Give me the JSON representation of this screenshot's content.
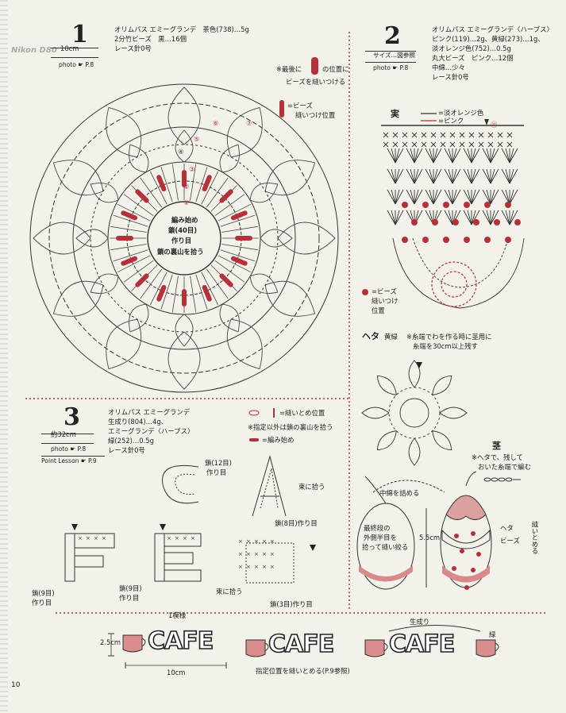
{
  "camera_watermark": "Nikon D80",
  "page_number": "10",
  "section1": {
    "number": "1",
    "size": "10cm",
    "photo": "photo ☛ P.8",
    "materials": [
      "オリムパス エミーグランデ　茶色(738)…5g",
      "2分竹ビーズ　黒…16個",
      "レース針0号"
    ],
    "note_bead_last": "※最後に",
    "note_bead_pos": "の位置に",
    "note_bead_sew": "ビーズを縫いつける",
    "legend_bead": "=ビーズ",
    "legend_bead_pos": "縫いつけ位置",
    "center_text": [
      "編み始め",
      "鎖(40目)",
      "作り目",
      "鎖の裏山を拾う"
    ],
    "round_labels": [
      "①",
      "②",
      "③",
      "④",
      "⑤",
      "⑥",
      "⑦"
    ]
  },
  "section2": {
    "number": "2",
    "size": "サイズ…図参照",
    "photo": "photo ☛ P.8",
    "materials": [
      "オリムパス エミーグランデ〈ハーブス〉",
      "ピンク(119)…2g、黄緑(273)…1g、",
      "淡オレンジ色(752)…0.5g",
      "丸大ビーズ　ピンク…12個",
      "中綿…少々",
      "レース針0号"
    ],
    "fruit_label": "実",
    "legend_orange": "=淡オレンジ色",
    "legend_pink": "=ピンク",
    "round11": "⑪",
    "bead_legend": [
      "=ビーズ",
      "縫いつけ",
      "位置"
    ],
    "heta_label": "ヘタ",
    "heta_color": "黄緑",
    "heta_note": [
      "※糸端でわを作る時に茎用に",
      "糸端を30cm以上残す"
    ],
    "stem_label": "茎",
    "stem_note": [
      "※ヘタで、残して",
      "おいた糸端で編む"
    ],
    "stuff_note": "中綿を詰める",
    "sew_note": [
      "最終段の",
      "外側半目を",
      "拾って縫い絞る"
    ],
    "height": "5.5cm",
    "heta_side": "ヘタ",
    "beads_side": "ビーズ",
    "sew_fix": "縫いとめる"
  },
  "section3": {
    "number": "3",
    "size": "約32cm",
    "photo": "photo ☛ P.8",
    "point_lesson": "Point Lesson ☛ P.9",
    "materials": [
      "オリムパス エミーグランデ",
      "生成り(804)…4g、",
      "エミーグランデ〈ハーブス〉",
      "緑(252)…0.5g",
      "レース針0号"
    ],
    "legend_sew": "=縫いとめ位置",
    "legend_back": "※指定以外は鎖の裏山を拾う",
    "legend_start": "=編み始め",
    "c_chain": [
      "鎖(12目)",
      "作り目"
    ],
    "a_pick": "束に拾う",
    "a_chain": "鎖(8目)作り目",
    "f_chain": [
      "鎖(9目)",
      "作り目"
    ],
    "e_chain": [
      "鎖(9目)",
      "作り目"
    ],
    "e_bottom": "1模様",
    "last_pick": "束に拾う",
    "last_chain": "鎖(3目)作り目",
    "banner_word": "CAFE",
    "banner_color_label": "生成り",
    "banner_green_label": "緑",
    "banner_height": "2.5cm",
    "banner_width": "10cm",
    "banner_note": "指定位置を縫いとめる(P.9参照)"
  },
  "colors": {
    "accent": "#b5313a",
    "ink": "#222222",
    "paper": "#f3f2ea"
  }
}
